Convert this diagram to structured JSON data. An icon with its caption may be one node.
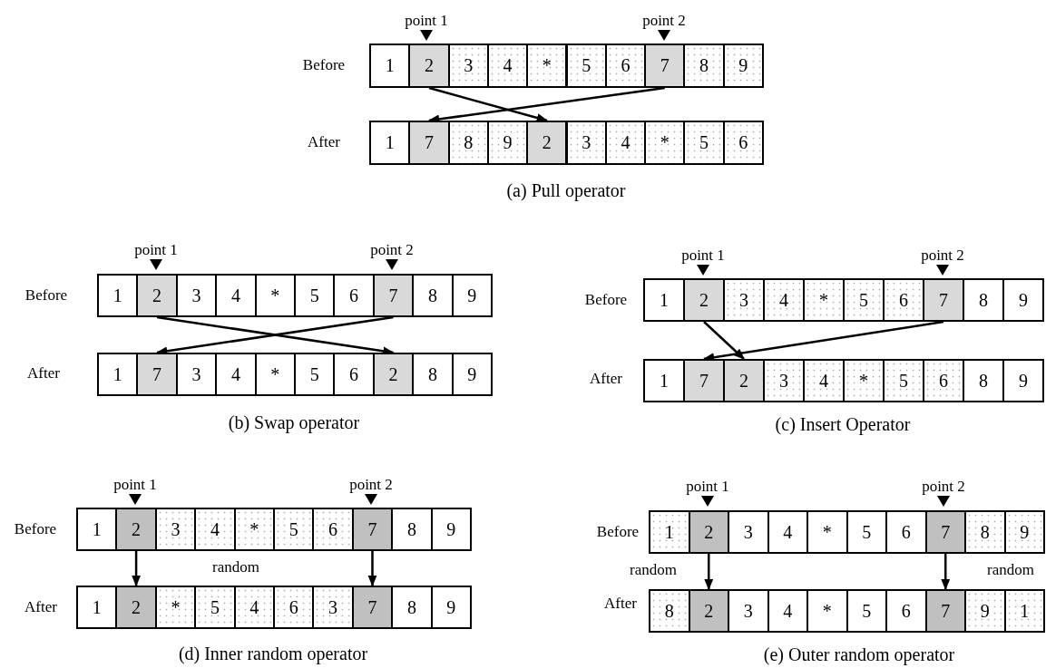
{
  "diagram": {
    "nodes": [
      {
        "text": [
          "1"
        ]
      },
      {
        "text": [
          "2"
        ]
      },
      {
        "text": [
          "3"
        ]
      },
      {
        "text": [
          "4"
        ]
      },
      {
        "text": [
          "*"
        ]
      },
      {
        "text": [
          "5"
        ]
      },
      {
        "text": [
          "6"
        ]
      },
      {
        "text": [
          "7"
        ]
      },
      {
        "text": [
          "8"
        ]
      },
      {
        "text": [
          "9"
        ]
      },
      {
        "text": [
          "1"
        ]
      },
      {
        "text": [
          "7"
        ]
      },
      {
        "text": [
          "8"
        ]
      },
      {
        "text": [
          "9"
        ]
      },
      {
        "text": [
          "2"
        ]
      },
      {
        "text": [
          "3"
        ]
      },
      {
        "text": [
          "4"
        ]
      },
      {
        "text": [
          "*"
        ]
      },
      {
        "text": [
          "5"
        ]
      },
      {
        "text": [
          "6"
        ]
      },
      {
        "text": [
          "1"
        ]
      },
      {
        "text": [
          "2"
        ]
      },
      {
        "text": [
          "3"
        ]
      },
      {
        "text": [
          "4"
        ]
      },
      {
        "text": [
          "*"
        ]
      },
      {
        "text": [
          "5"
        ]
      },
      {
        "text": [
          "6"
        ]
      },
      {
        "text": [
          "7"
        ]
      },
      {
        "text": [
          "8"
        ]
      },
      {
        "text": [
          "9"
        ]
      },
      {
        "text": [
          "1"
        ]
      },
      {
        "text": [
          "7"
        ]
      },
      {
        "text": [
          "3"
        ]
      },
      {
        "text": [
          "4"
        ]
      },
      {
        "text": [
          "*"
        ]
      },
      {
        "text": [
          "5"
        ]
      },
      {
        "text": [
          "6"
        ]
      },
      {
        "text": [
          "2"
        ]
      },
      {
        "text": [
          "8"
        ]
      },
      {
        "text": [
          "9"
        ]
      },
      {
        "text": [
          "1"
        ]
      },
      {
        "text": [
          "2"
        ]
      },
      {
        "text": [
          "3"
        ]
      },
      {
        "text": [
          "4"
        ]
      },
      {
        "text": [
          "*"
        ]
      },
      {
        "text": [
          "5"
        ]
      },
      {
        "text": [
          "6"
        ]
      },
      {
        "text": [
          "7"
        ]
      },
      {
        "text": [
          "8"
        ]
      },
      {
        "text": [
          "9"
        ]
      },
      {
        "text": [
          "1"
        ]
      },
      {
        "text": [
          "7"
        ]
      },
      {
        "text": [
          "2"
        ]
      },
      {
        "text": [
          "3"
        ]
      },
      {
        "text": [
          "4"
        ]
      },
      {
        "text": [
          "*"
        ]
      },
      {
        "text": [
          "5"
        ]
      },
      {
        "text": [
          "6"
        ]
      },
      {
        "text": [
          "8"
        ]
      },
      {
        "text": [
          "9"
        ]
      },
      {
        "text": [
          "1"
        ]
      },
      {
        "text": [
          "2"
        ]
      },
      {
        "text": [
          "3"
        ]
      },
      {
        "text": [
          "4"
        ]
      },
      {
        "text": [
          "*"
        ]
      },
      {
        "text": [
          "5"
        ]
      },
      {
        "text": [
          "6"
        ]
      },
      {
        "text": [
          "7"
        ]
      },
      {
        "text": [
          "8"
        ]
      },
      {
        "text": [
          "9"
        ]
      },
      {
        "text": [
          "1"
        ]
      },
      {
        "text": [
          "2"
        ]
      },
      {
        "text": [
          "*"
        ]
      },
      {
        "text": [
          "5"
        ]
      },
      {
        "text": [
          "4"
        ]
      },
      {
        "text": [
          "6"
        ]
      },
      {
        "text": [
          "3"
        ]
      },
      {
        "text": [
          "7"
        ]
      },
      {
        "text": [
          "8"
        ]
      },
      {
        "text": [
          "9"
        ]
      },
      {
        "text": [
          "1"
        ]
      },
      {
        "text": [
          "2"
        ]
      },
      {
        "text": [
          "3"
        ]
      },
      {
        "text": [
          "4"
        ]
      },
      {
        "text": [
          "*"
        ]
      },
      {
        "text": [
          "5"
        ]
      },
      {
        "text": [
          "6"
        ]
      },
      {
        "text": [
          "7"
        ]
      },
      {
        "text": [
          "8"
        ]
      },
      {
        "text": [
          "9"
        ]
      },
      {
        "text": [
          "8"
        ]
      },
      {
        "text": [
          "2"
        ]
      },
      {
        "text": [
          "3"
        ]
      },
      {
        "text": [
          "4"
        ]
      },
      {
        "text": [
          "*"
        ]
      },
      {
        "text": [
          "5"
        ]
      },
      {
        "text": [
          "6"
        ]
      },
      {
        "text": [
          "7"
        ]
      },
      {
        "text": [
          "9"
        ]
      },
      {
        "text": [
          "1"
        ]
      }
    ],
    "edges": [
      {
        "from": 1,
        "to": 14,
        "arrow": "to"
      },
      {
        "from": 7,
        "to": 11,
        "arrow": "to"
      },
      {
        "from": 21,
        "to": 37,
        "arrow": "to"
      },
      {
        "from": 27,
        "to": 31,
        "arrow": "to"
      },
      {
        "from": 41,
        "to": 52,
        "arrow": "to"
      },
      {
        "from": 47,
        "to": 51,
        "arrow": "to"
      },
      {
        "from": 61,
        "to": 71,
        "arrow": "to"
      },
      {
        "from": 67,
        "to": 77,
        "arrow": "to"
      },
      {
        "from": 81,
        "to": 91,
        "arrow": "to"
      },
      {
        "from": 87,
        "to": 97,
        "arrow": "to"
      }
    ],
    "labels": [
      "point 1",
      "point 2",
      "Before",
      "After",
      "(a) Pull operator",
      "point 1",
      "point 2",
      "Before",
      "After",
      "(b) Swap operator",
      "point 1",
      "point 2",
      "Before",
      "After",
      "(c) Insert Operator",
      "point 1",
      "point 2",
      "Before",
      "random",
      "After",
      "(d) Inner random operator",
      "point 1",
      "point 2",
      "Before",
      "random",
      "random",
      "After",
      "(e) Outer random operator"
    ]
  }
}
